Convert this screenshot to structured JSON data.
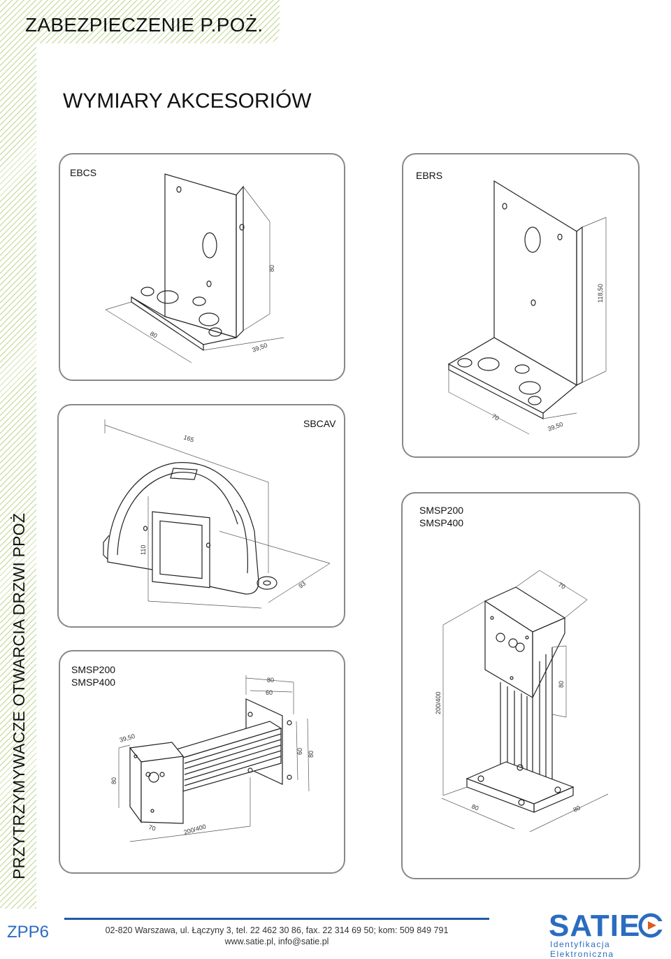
{
  "header": {
    "title": "ZABEZPIECZENIE P.POŻ."
  },
  "section": {
    "title": "WYMIARY AKCESORIÓW"
  },
  "side_title": "PRZYTRZYMYWACZE OTWARCIA DRZWI PPOŻ",
  "panels": {
    "ebcs": {
      "label": "EBCS",
      "dims": [
        "80",
        "80",
        "39,50"
      ]
    },
    "ebrs": {
      "label": "EBRS",
      "dims": [
        "118,50",
        "70",
        "39,50"
      ]
    },
    "sbcav": {
      "label": "SBCAV",
      "dims": [
        "165",
        "110",
        "93"
      ]
    },
    "smsp_floor": {
      "label_1": "SMSP200",
      "label_2": "SMSP400",
      "dims": [
        "70",
        "80",
        "200/400",
        "80",
        "80"
      ]
    },
    "smsp_wall": {
      "label_1": "SMSP200",
      "label_2": "SMSP400",
      "dims": [
        "80",
        "60",
        "39,50",
        "80",
        "60",
        "80",
        "70",
        "200/400"
      ]
    }
  },
  "footer": {
    "code": "ZPP6",
    "address": "02-820 Warszawa, ul. Łączyny 3, tel. 22 462 30 86, fax. 22 314 69 50; kom: 509 849 791",
    "web": "www.satie.pl, info@satie.pl"
  },
  "logo": {
    "name": "SATIE",
    "tagline": "Identyfikacja Elektroniczna"
  },
  "colors": {
    "accent_green": "#bcd88f",
    "brand_blue": "#2a6cc0",
    "panel_border": "#888888"
  }
}
